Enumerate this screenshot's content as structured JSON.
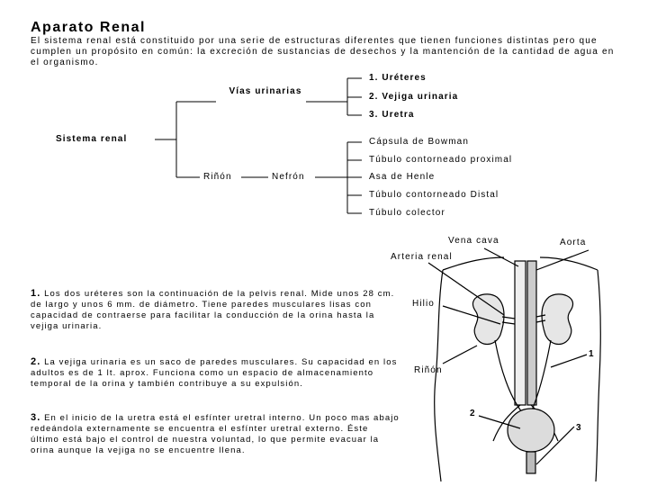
{
  "title": "Aparato Renal",
  "intro": "El sistema renal está constituido por una serie de estructuras diferentes que tienen funciones distintas pero que cumplen un propósito en común: la excreción de sustancias de desechos y la mantención de la cantidad de agua en el organismo.",
  "tree": {
    "root": "Sistema renal",
    "vias_label": "Vías urinarias",
    "vias_items": [
      "1. Uréteres",
      "2. Vejiga urinaria",
      "3. Uretra"
    ],
    "rinon": "Riñón",
    "nefron": "Nefrón",
    "nefron_items": [
      "Cápsula de Bowman",
      "Túbulo contorneado proximal",
      "Asa de Henle",
      "Túbulo contorneado Distal",
      "Túbulo colector"
    ]
  },
  "paragraphs": [
    {
      "num": "1.",
      "text": "Los dos uréteres son la continuación de la pelvis renal. Mide unos 28 cm. de largo y unos 6 mm. de diámetro. Tiene paredes musculares lisas con capacidad de contraerse para facilitar la conducción de la orina hasta la vejiga urinaria."
    },
    {
      "num": "2.",
      "text": "La vejiga urinaria es un saco de paredes musculares. Su capacidad en los adultos es de 1 lt. aprox. Funciona como un espacio de almacenamiento temporal de la orina y también contribuye a su expulsión."
    },
    {
      "num": "3.",
      "text": "En el inicio de la uretra está el esfínter uretral interno. Un poco mas abajo redeándola externamente se encuentra el esfínter uretral externo. Éste último está bajo el control de nuestra voluntad, lo que permite evacuar la orina aunque la vejiga no se encuentre llena."
    }
  ],
  "figure": {
    "vena_cava": "Vena cava",
    "aorta": "Aorta",
    "arteria_renal": "Arteria renal",
    "hilio": "Hilio",
    "rinon": "Riñón",
    "n1": "1",
    "n2": "2",
    "n3": "3"
  }
}
